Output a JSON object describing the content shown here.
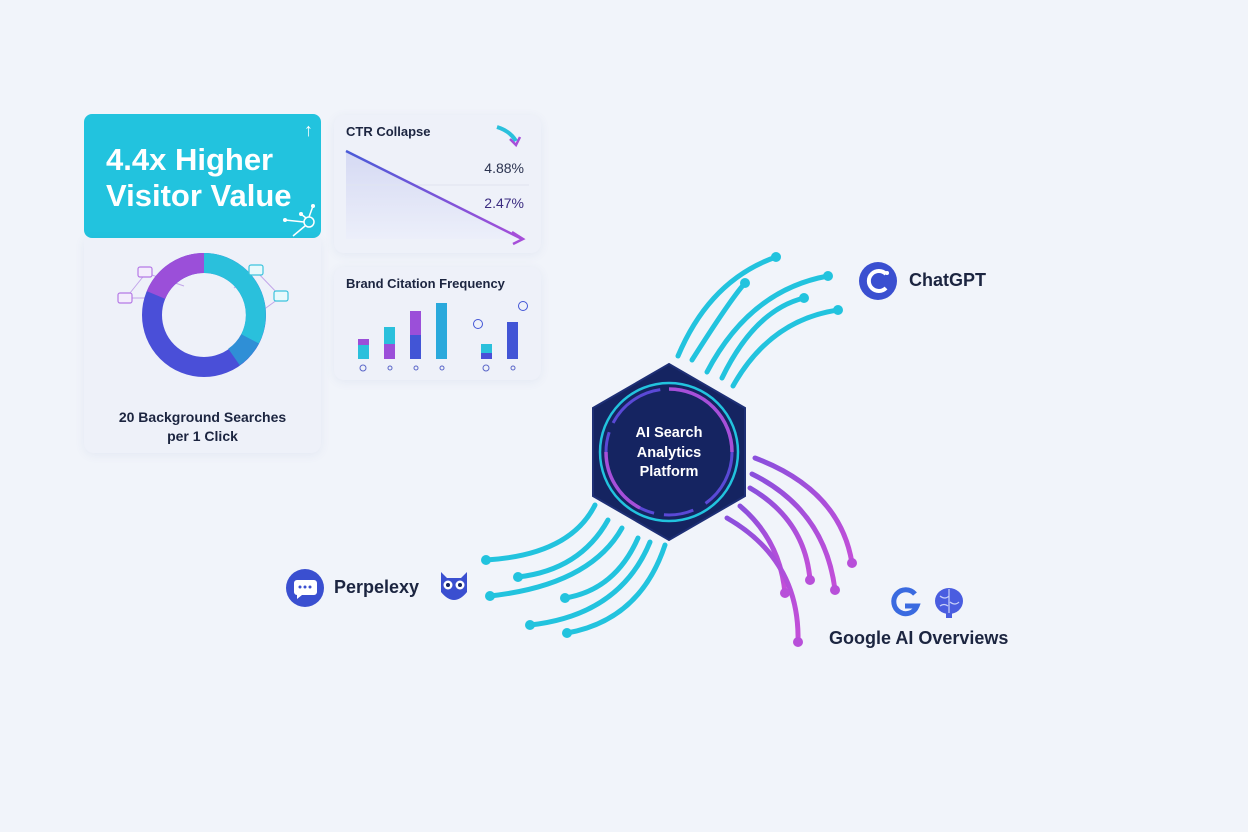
{
  "metrics": {
    "visitor_value": {
      "title_line1": "4.4x Higher",
      "title_line2": "Visitor Value",
      "icon": "arrow-up-icon"
    },
    "background_searches": {
      "label_line1": "20 Background Searches",
      "label_line2": "per 1 Click"
    },
    "ctr": {
      "title": "CTR Collapse",
      "before": "4.88%",
      "after": "2.47%",
      "icon": "trend-down-arrow-icon"
    },
    "brand_citation": {
      "title": "Brand Citation Frequency"
    }
  },
  "hub": {
    "line1": "AI Search",
    "line2": "Analytics",
    "line3": "Platform"
  },
  "nodes": {
    "chatgpt": {
      "label": "ChatGPT",
      "icon": "chatgpt-logo-icon"
    },
    "perplexity": {
      "label": "Perpelexy",
      "icons": [
        "chat-bubble-icon",
        "owl-icon"
      ]
    },
    "google": {
      "label": "Google AI Overviews",
      "icons": [
        "google-g-icon",
        "brain-icon"
      ]
    }
  },
  "colors": {
    "cyan": "#22c3de",
    "purple": "#a64fd9",
    "blue": "#4255d6",
    "navy": "#152461",
    "text": "#1c2540"
  }
}
